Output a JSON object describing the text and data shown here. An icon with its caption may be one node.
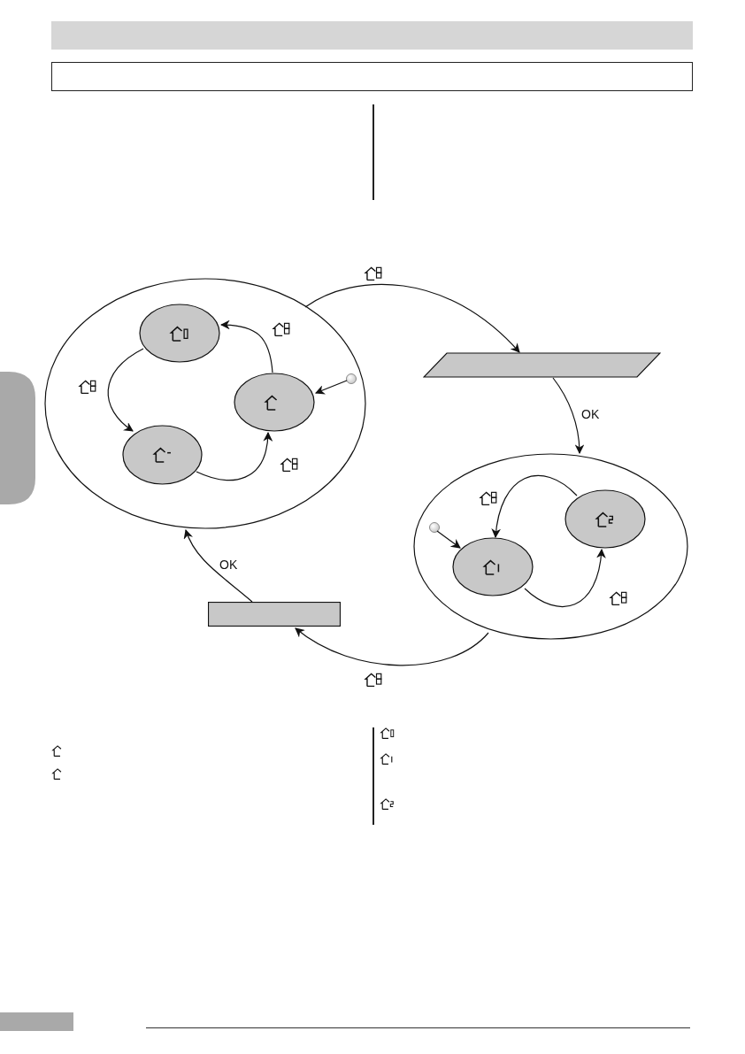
{
  "diagram": {
    "nodes": [
      {
        "text": [],
        "shape": "ellipse"
      },
      {
        "text": [],
        "shape": "ellipse",
        "in": 0
      },
      {
        "text": [],
        "shape": "ellipse",
        "in": 0
      },
      {
        "text": [],
        "shape": "ellipse",
        "in": 0
      },
      {
        "text": [],
        "shape": "circle",
        "in": 0
      },
      {
        "text": [],
        "shape": "parallelogram"
      },
      {
        "text": [],
        "shape": "ellipse"
      },
      {
        "text": [],
        "shape": "ellipse",
        "in": 6
      },
      {
        "text": [],
        "shape": "ellipse",
        "in": 6
      },
      {
        "text": [],
        "shape": "circle",
        "in": 6
      },
      {
        "text": [],
        "shape": "box"
      },
      {
        "text": [],
        "shape": "tab"
      }
    ],
    "edges": [
      {
        "from": 0,
        "to": 5,
        "arrow": "to"
      },
      {
        "from": 5,
        "to": 6,
        "arrow": "to",
        "label": "OK"
      },
      {
        "from": 6,
        "to": 10,
        "arrow": "to"
      },
      {
        "from": 10,
        "to": 0,
        "arrow": "to",
        "label": "OK"
      },
      {
        "from": 2,
        "to": 1,
        "arrow": "to"
      },
      {
        "from": 1,
        "to": 3,
        "arrow": "to"
      },
      {
        "from": 3,
        "to": 2,
        "arrow": "to"
      },
      {
        "from": 4,
        "to": 2,
        "arrow": "to"
      },
      {
        "from": 7,
        "to": 8,
        "arrow": "to"
      },
      {
        "from": 8,
        "to": 7,
        "arrow": "to"
      },
      {
        "from": 9,
        "to": 8,
        "arrow": "to"
      }
    ]
  }
}
